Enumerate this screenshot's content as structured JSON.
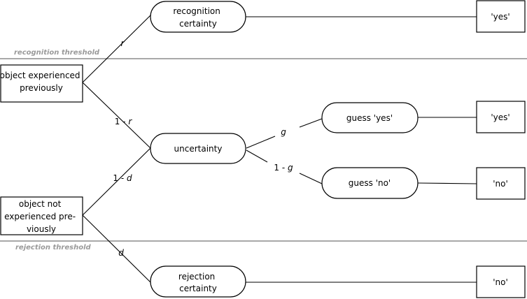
{
  "thresholds": {
    "recognition": "recognition threshold",
    "rejection": "rejection threshold"
  },
  "nodes": {
    "object_experienced": [
      "object experienced",
      "previously"
    ],
    "object_not_experienced": [
      "object not",
      "experienced pre-",
      "viously"
    ],
    "recognition_certainty": [
      "recognition",
      "certainty"
    ],
    "uncertainty": [
      "uncertainty"
    ],
    "rejection_certainty": [
      "rejection",
      "certainty"
    ],
    "guess_yes": [
      "guess 'yes'"
    ],
    "guess_no": [
      "guess 'no'"
    ]
  },
  "outcomes": {
    "recognition_certainty": "'yes'",
    "guess_yes": "'yes'",
    "guess_no": "'no'",
    "rejection_certainty": "'no'"
  },
  "edge_labels": {
    "r": {
      "prefix": "",
      "symbol": "r"
    },
    "one_minus_r": {
      "prefix": "1 - ",
      "symbol": "r"
    },
    "one_minus_d": {
      "prefix": "1 - ",
      "symbol": "d"
    },
    "d": {
      "prefix": "",
      "symbol": "d"
    },
    "g": {
      "prefix": "",
      "symbol": "g"
    },
    "one_minus_g": {
      "prefix": "1 - ",
      "symbol": "g"
    }
  }
}
